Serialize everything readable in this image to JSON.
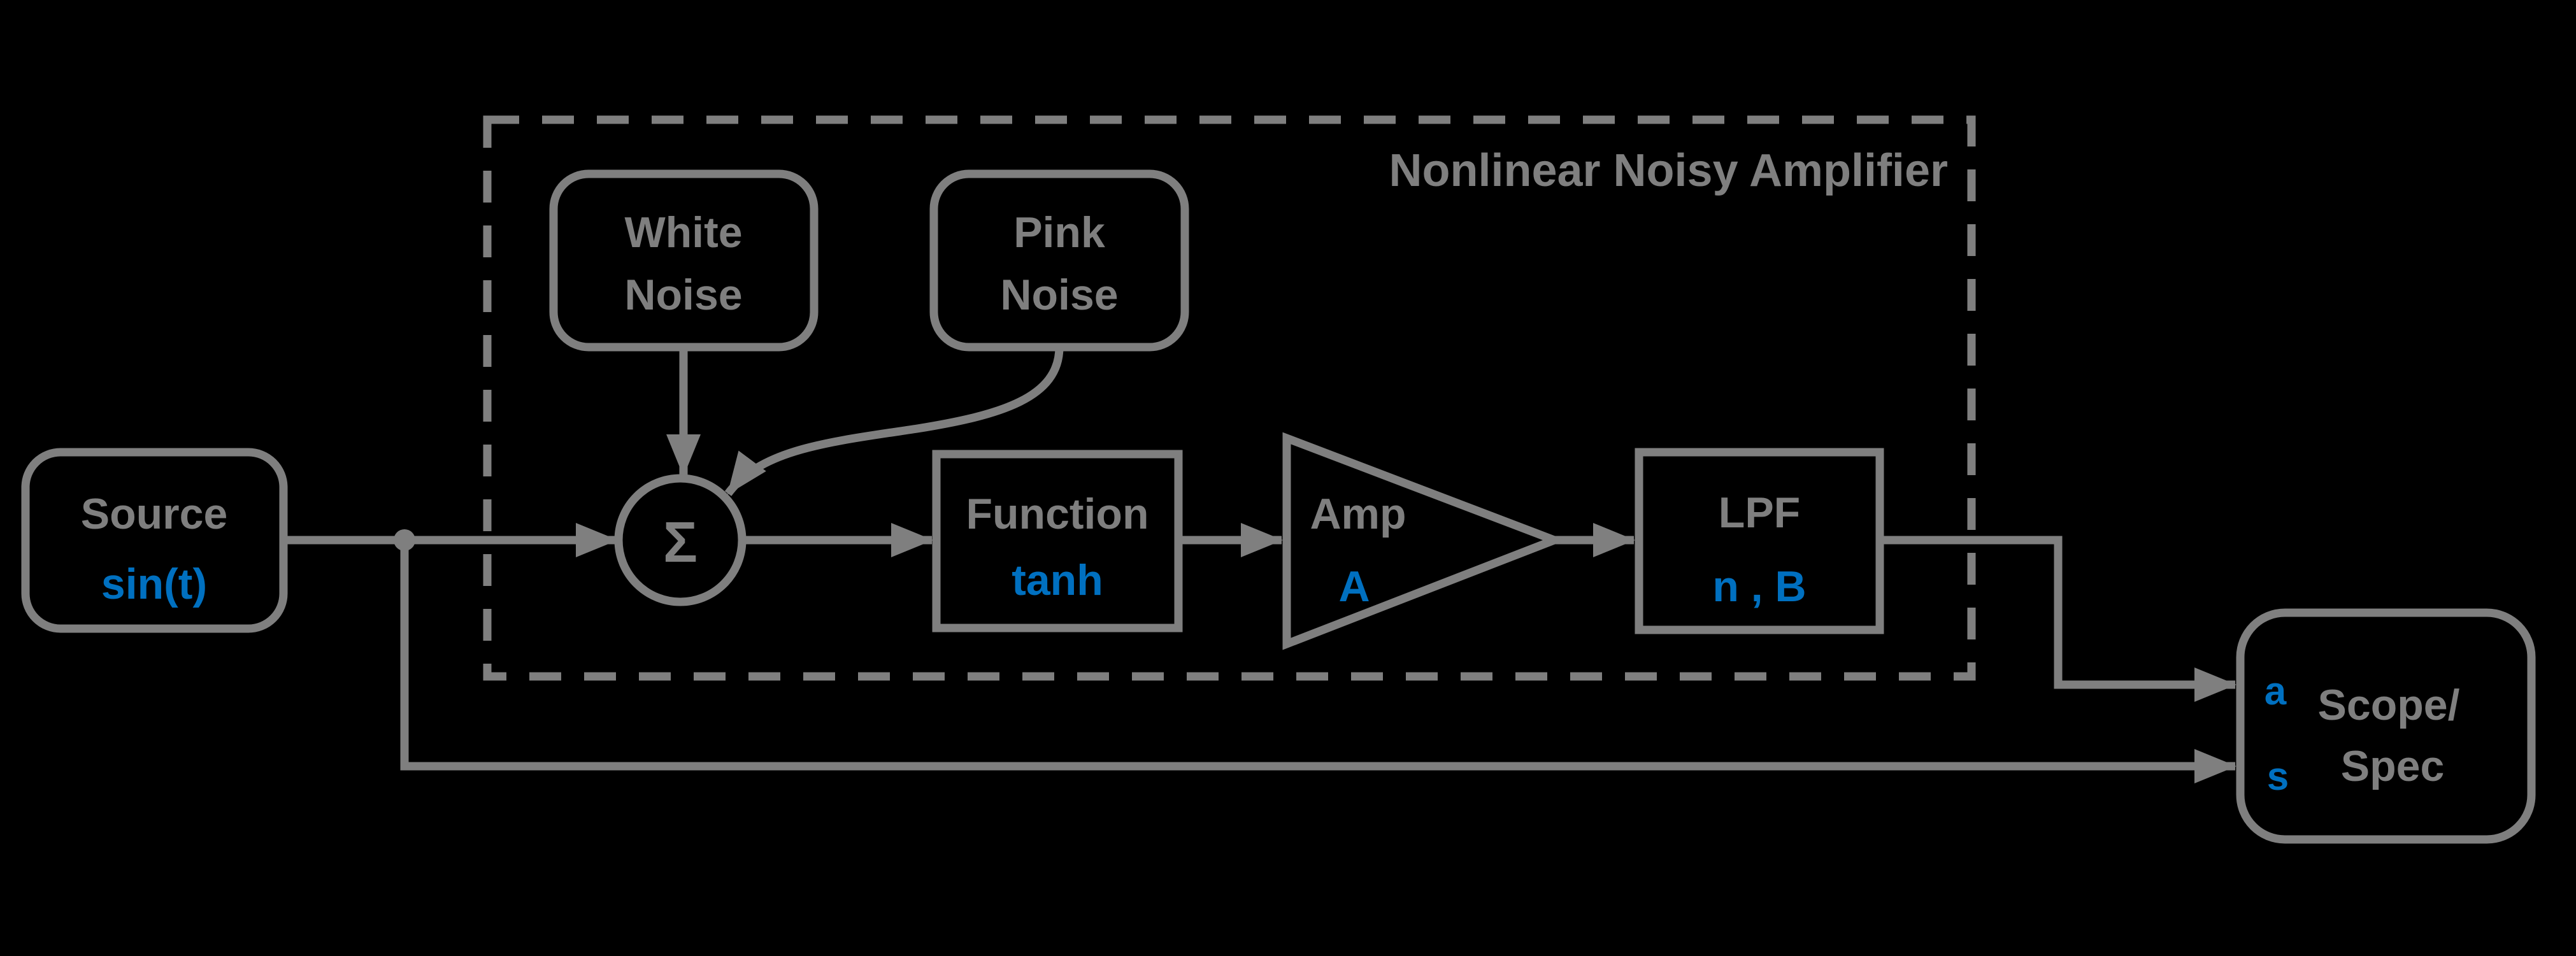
{
  "diagram": {
    "background_color": "#000000",
    "line_color": "#7f7f7f",
    "label_color": "#7f7f7f",
    "param_color": "#0070C0",
    "container": {
      "title": "Nonlinear Noisy Amplifier"
    },
    "blocks": {
      "source": {
        "label": "Source",
        "param": "sin(t)"
      },
      "white_noise": {
        "line1": "White",
        "line2": "Noise"
      },
      "pink_noise": {
        "line1": "Pink",
        "line2": "Noise"
      },
      "sum": {
        "symbol": "Σ"
      },
      "function": {
        "label": "Function",
        "param": "tanh"
      },
      "amp": {
        "label": "Amp",
        "param": "A"
      },
      "lpf": {
        "label": "LPF",
        "param": "n , B"
      },
      "scope": {
        "line1": "Scope/",
        "line2": "Spec",
        "port_top": "a",
        "port_bottom": "s"
      }
    }
  }
}
